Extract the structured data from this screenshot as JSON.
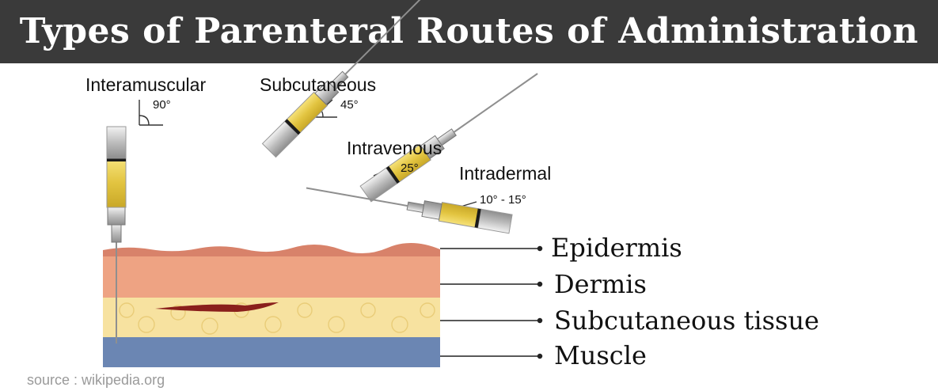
{
  "header": {
    "title": "Types of Parenteral Routes of Administration"
  },
  "routes": [
    {
      "name": "Interamuscular",
      "angle": "90°"
    },
    {
      "name": "Subcutaneous",
      "angle": "45°"
    },
    {
      "name": "Intravenous",
      "angle": "25°"
    },
    {
      "name": "Intradermal",
      "angle": "10° - 15°"
    }
  ],
  "layers": [
    "Epidermis",
    "Dermis",
    "Subcutaneous tissue",
    "Muscle"
  ],
  "colors": {
    "banner": "#3a3a3a",
    "epidermis": "#d8826a",
    "dermis": "#eea383",
    "subcutaneous": "#f7e2a0",
    "muscle": "#6b86b3",
    "vein": "#8a1f1c",
    "syringe_fluid": "#e8cc4a",
    "syringe_metal": "#c9c9c9"
  },
  "source": "source : wikipedia.org"
}
